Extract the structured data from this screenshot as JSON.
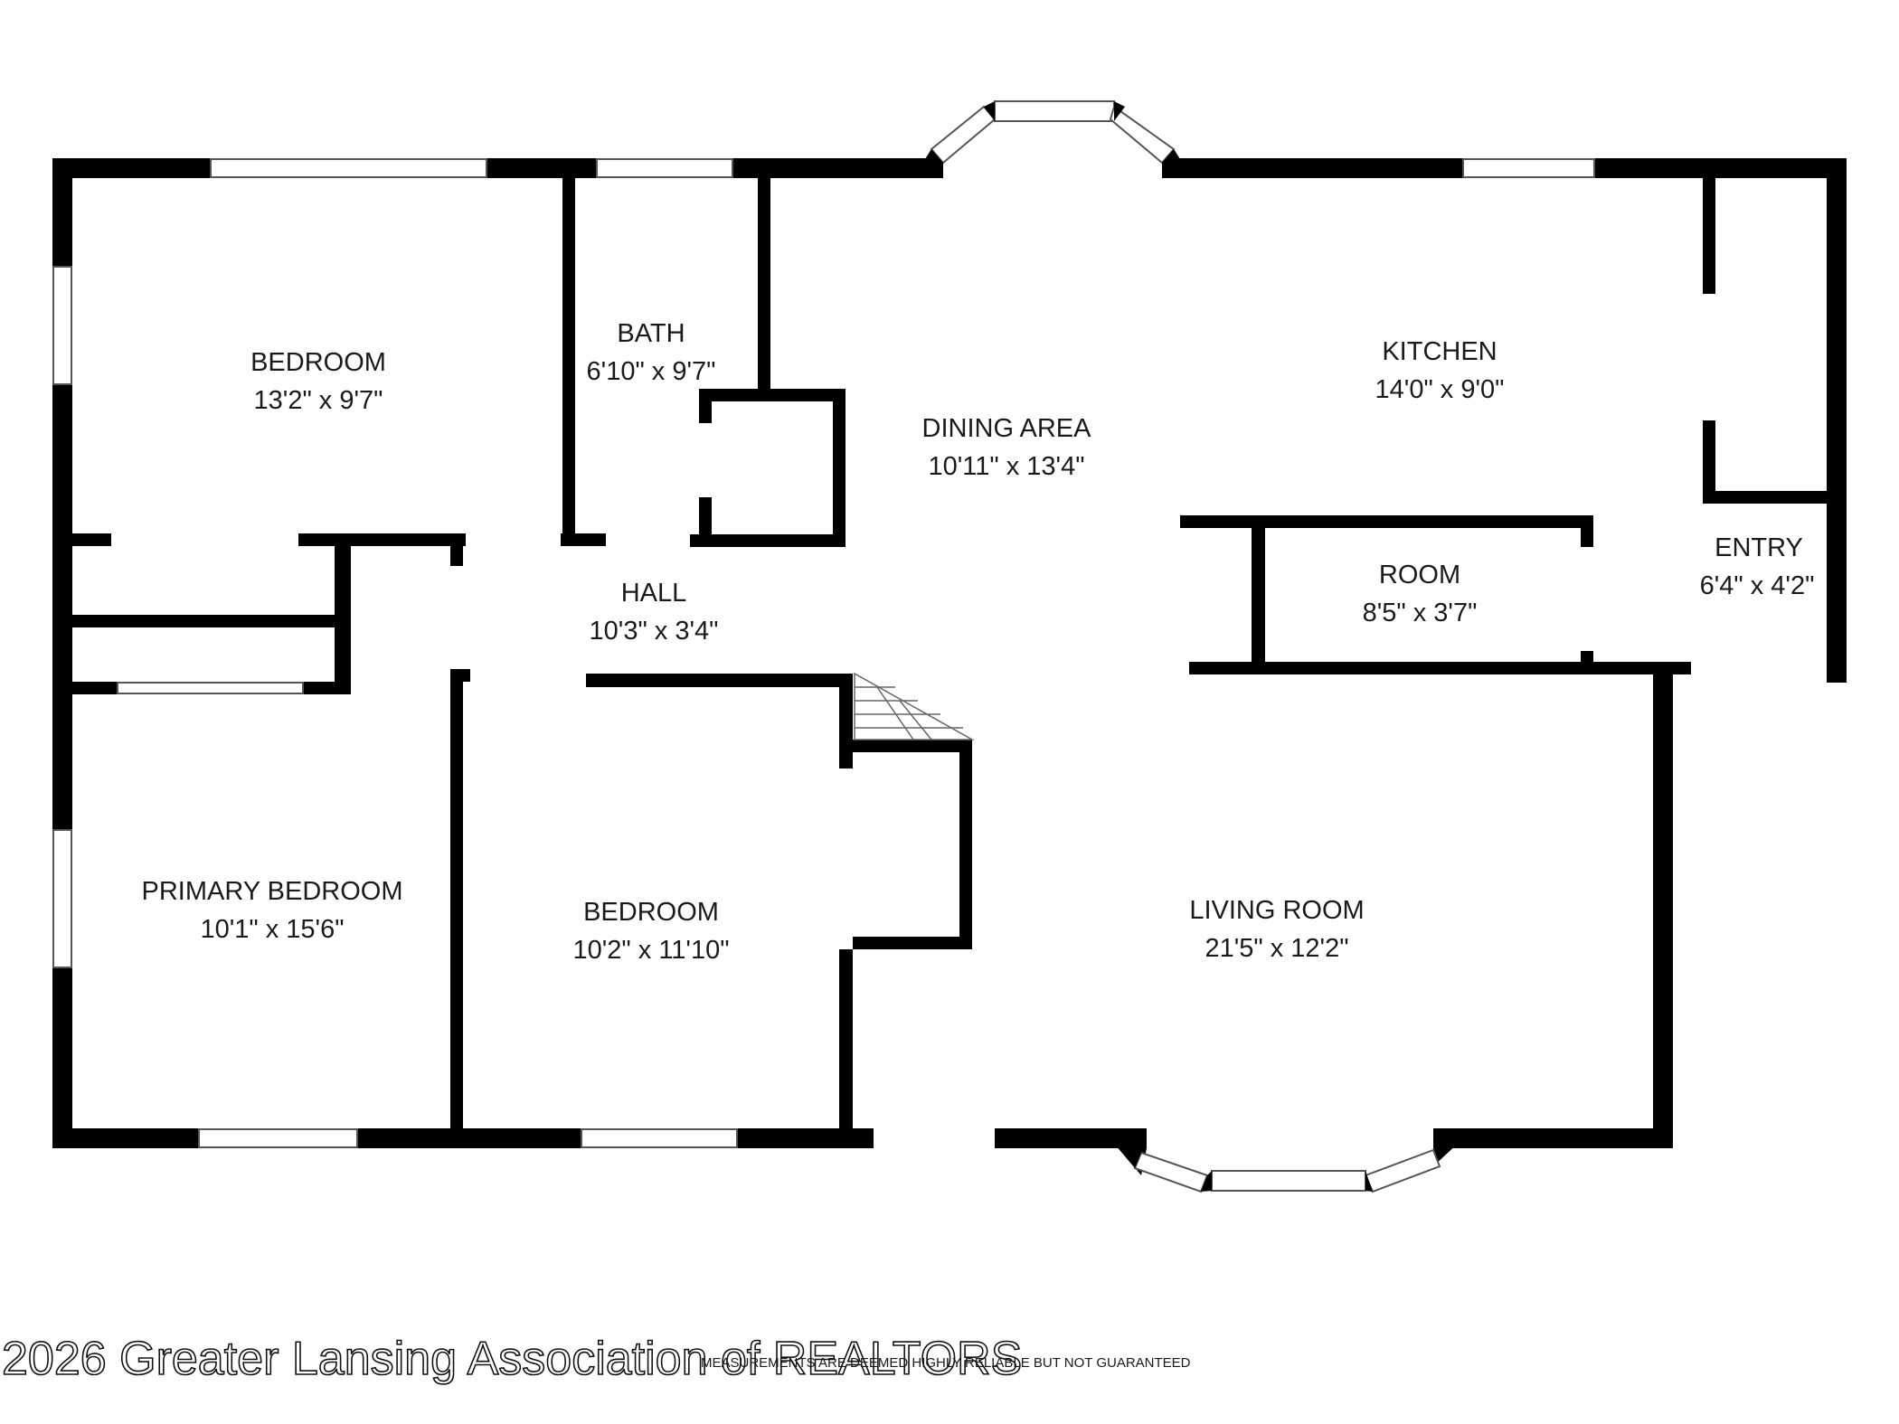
{
  "rooms": [
    {
      "id": "bedroom-1",
      "name": "BEDROOM",
      "dims": "13'2\" x 9'7\""
    },
    {
      "id": "bath",
      "name": "BATH",
      "dims": "6'10\" x 9'7\""
    },
    {
      "id": "dining-area",
      "name": "DINING AREA",
      "dims": "10'11\" x 13'4\""
    },
    {
      "id": "kitchen",
      "name": "KITCHEN",
      "dims": "14'0\" x 9'0\""
    },
    {
      "id": "hall",
      "name": "HALL",
      "dims": "10'3\" x 3'4\""
    },
    {
      "id": "room",
      "name": "ROOM",
      "dims": "8'5\" x 3'7\""
    },
    {
      "id": "entry",
      "name": "ENTRY",
      "dims": "6'4\" x 4'2\""
    },
    {
      "id": "primary-bedroom",
      "name": "PRIMARY BEDROOM",
      "dims": "10'1\" x 15'6\""
    },
    {
      "id": "bedroom-2",
      "name": "BEDROOM",
      "dims": "10'2\" x 11'10\""
    },
    {
      "id": "living-room",
      "name": "LIVING ROOM",
      "dims": "21'5\" x 12'2\""
    }
  ],
  "disclaimer": "MEASUREMENTS ARE DEEMED HIGHLY RELIABLE BUT NOT GUARANTEED",
  "watermark": "2026 Greater Lansing Association of REALTORS",
  "colors": {
    "wall": "#000000",
    "background": "#ffffff",
    "window_frame": "#555555"
  }
}
